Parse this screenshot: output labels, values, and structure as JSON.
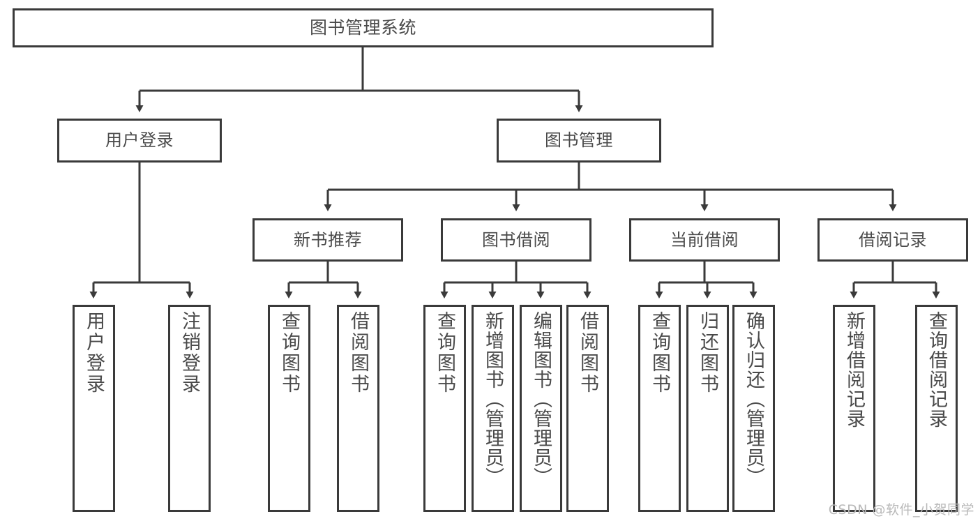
{
  "diagram": {
    "title": "图书管理系统",
    "type": "tree",
    "watermark": "CSDN @软件_小贺同学",
    "colors": {
      "border": "#3a3a3a",
      "text": "#4a4a4a",
      "background": "#ffffff",
      "watermark": "#b9b9b9"
    },
    "nodes": {
      "root": {
        "label": "图书管理系统"
      },
      "level2": [
        {
          "id": "user-login",
          "label": "用户登录"
        },
        {
          "id": "book-management",
          "label": "图书管理"
        }
      ],
      "level3": [
        {
          "id": "new-book-recommend",
          "label": "新书推荐"
        },
        {
          "id": "book-borrow",
          "label": "图书借阅"
        },
        {
          "id": "current-borrow",
          "label": "当前借阅"
        },
        {
          "id": "borrow-record",
          "label": "借阅记录"
        }
      ],
      "leaves": {
        "user_login": [
          {
            "id": "leaf-user-login",
            "label": "用户登录"
          },
          {
            "id": "leaf-logout-login",
            "label": "注销登录"
          }
        ],
        "new_book_recommend": [
          {
            "id": "leaf-query-book-1",
            "label": "查询图书"
          },
          {
            "id": "leaf-borrow-book-1",
            "label": "借阅图书"
          }
        ],
        "book_borrow": [
          {
            "id": "leaf-query-book-2",
            "label": "查询图书"
          },
          {
            "id": "leaf-add-book",
            "label": "新增图书（管理员）"
          },
          {
            "id": "leaf-edit-book",
            "label": "编辑图书（管理员）"
          },
          {
            "id": "leaf-borrow-book-2",
            "label": "借阅图书"
          }
        ],
        "current_borrow": [
          {
            "id": "leaf-query-book-3",
            "label": "查询图书"
          },
          {
            "id": "leaf-return-book",
            "label": "归还图书"
          },
          {
            "id": "leaf-confirm-return",
            "label": "确认归还（管理员）"
          }
        ],
        "borrow_record": [
          {
            "id": "leaf-add-borrow-record",
            "label": "新增借阅记录"
          },
          {
            "id": "leaf-query-borrow-record",
            "label": "查询借阅记录"
          }
        ]
      }
    }
  }
}
